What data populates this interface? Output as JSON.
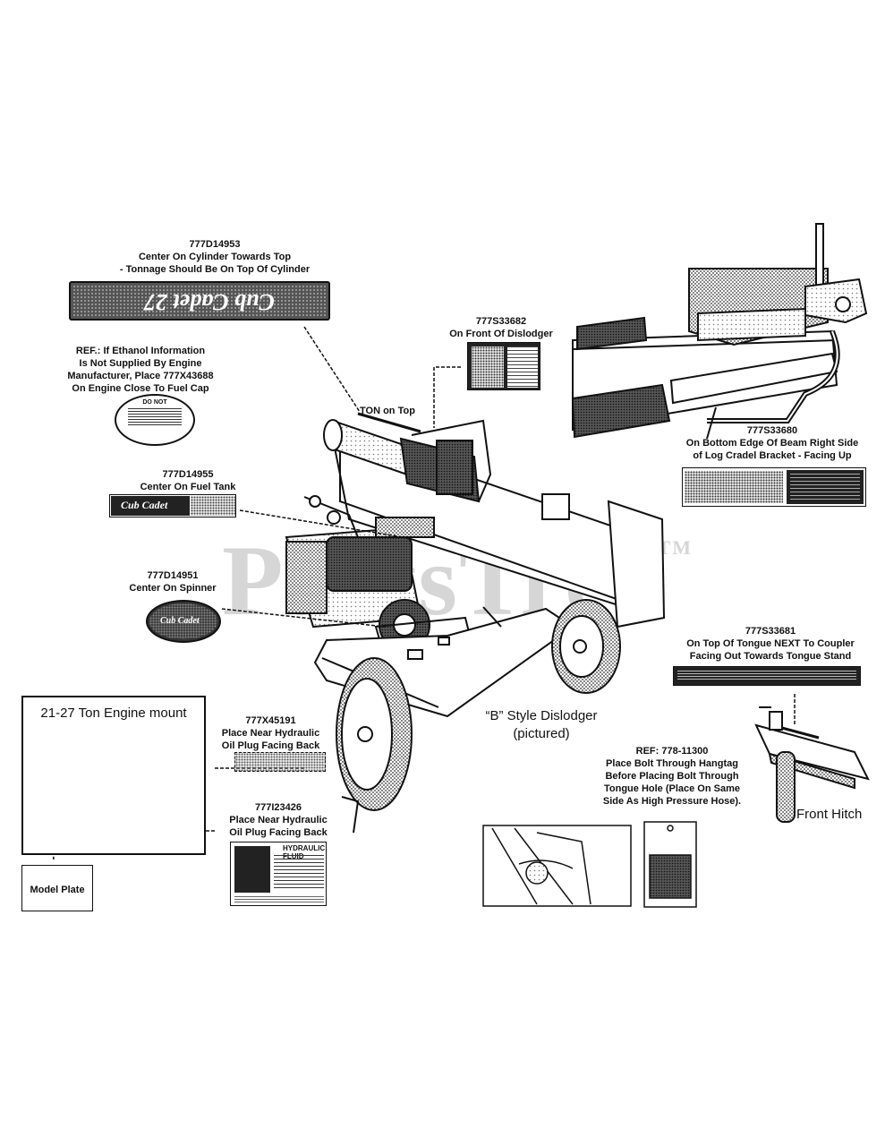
{
  "watermark": {
    "text": "PartsTree",
    "mark": "TM"
  },
  "labels": {
    "d14953": {
      "part": "777D14953",
      "line1": "Center On Cylinder Towards Top",
      "line2": "- Tonnage Should Be On Top Of Cylinder"
    },
    "ton_on_top": "TON on Top",
    "ethanol": {
      "line1": "REF.:  If Ethanol Information",
      "line2": "Is Not Supplied By Engine",
      "line3": "Manufacturer, Place 777X43688",
      "line4": "On Engine Close To Fuel Cap"
    },
    "s33682": {
      "part": "777S33682",
      "line1": "On Front Of Dislodger"
    },
    "s33680": {
      "part": "777S33680",
      "line1": "On Bottom Edge Of Beam Right Side",
      "line2": "of Log Cradel Bracket - Facing Up"
    },
    "d14955": {
      "part": "777D14955",
      "line1": "Center On Fuel Tank"
    },
    "d14951": {
      "part": "777D14951",
      "line1": "Center On Spinner"
    },
    "s33681": {
      "part": "777S33681",
      "line1": "On Top Of Tongue NEXT To Coupler",
      "line2": "Facing Out Towards Tongue Stand"
    },
    "b_style": {
      "line1": "“B” Style Dislodger",
      "line2": "(pictured)"
    },
    "engine_mount": "21-27 Ton Engine mount",
    "x45191": {
      "part": "777X45191",
      "line1": "Place Near Hydraulic",
      "line2": "Oil Plug Facing Back"
    },
    "i23426": {
      "part": "777I23426",
      "line1": "Place Near Hydraulic",
      "line2": "Oil Plug Facing Back"
    },
    "ref_778": {
      "part": "REF: 778-11300",
      "line1": "Place Bolt Through Hangtag",
      "line2": "Before Placing Bolt Through",
      "line3": "Tongue Hole (Place On Same",
      "line4": "Side As High Pressure Hose)."
    },
    "front_hitch": "Front Hitch",
    "model_plate": "Model Plate"
  },
  "decals": {
    "cylinder_decal": "Cub Cadet 27",
    "fuel_tank_decal": "Cub Cadet",
    "spinner_decal": "Cub Cadet",
    "badge_text": "DO NOT",
    "hydraulic_fluid_title": "HYDRAULIC FLUID"
  }
}
